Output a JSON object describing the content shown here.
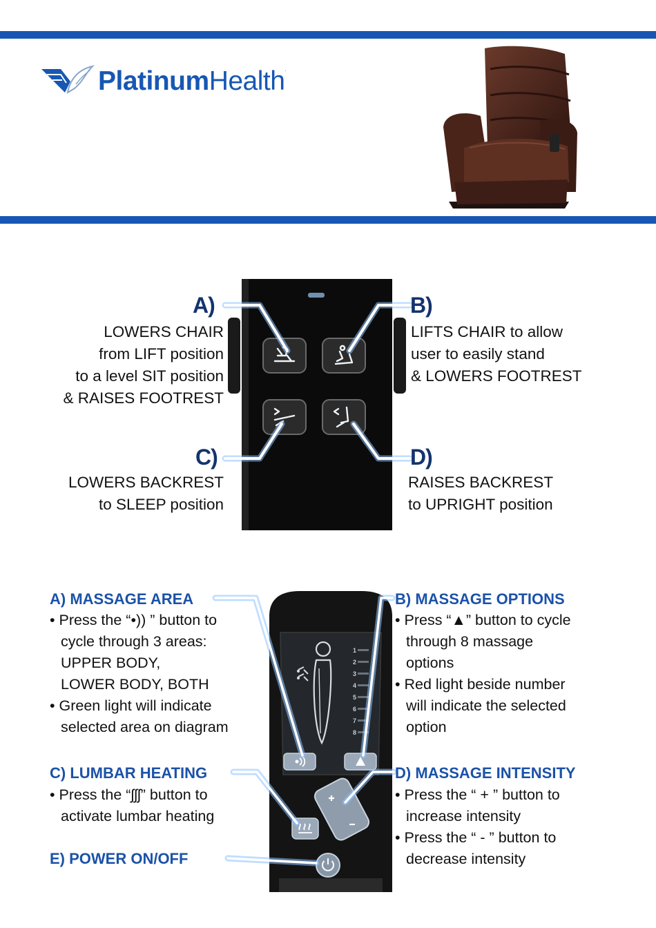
{
  "brand": {
    "name_bold": "Platinum",
    "name_light": "Health",
    "mark": "."
  },
  "remote1": {
    "A": {
      "letter": "A)",
      "lines": [
        "LOWERS CHAIR",
        "from LIFT position",
        "to a level SIT position",
        "& RAISES FOOTREST"
      ]
    },
    "B": {
      "letter": "B)",
      "lines": [
        "LIFTS CHAIR to allow",
        "user to easily stand",
        "& LOWERS FOOTREST"
      ]
    },
    "C": {
      "letter": "C)",
      "lines": [
        "LOWERS BACKREST",
        "to SLEEP position"
      ]
    },
    "D": {
      "letter": "D)",
      "lines": [
        "RAISES BACKREST",
        "to UPRIGHT position"
      ]
    }
  },
  "remote2": {
    "A": {
      "heading": "A) MASSAGE AREA",
      "lines": [
        "• Press the “•)) ” button to",
        "cycle through 3 areas:",
        "UPPER BODY,",
        "LOWER BODY, BOTH",
        "• Green light will indicate",
        "selected area on diagram"
      ]
    },
    "B": {
      "heading": "B) MASSAGE OPTIONS",
      "lines": [
        "• Press “▲” button to cycle",
        "through 8 massage",
        "options",
        "• Red light beside number",
        "will indicate the selected",
        "option"
      ]
    },
    "C": {
      "heading": "C) LUMBAR HEATING",
      "lines": [
        "• Press the “ʃʃʃ” button to",
        "activate lumbar heating"
      ]
    },
    "D": {
      "heading": "D) MASSAGE INTENSITY",
      "lines": [
        "• Press the “ + ” button to",
        "increase intensity",
        "• Press the “ - ” button to",
        "decrease intensity"
      ]
    },
    "E": {
      "heading": "E) POWER ON/OFF"
    },
    "levels": [
      "1",
      "2",
      "3",
      "4",
      "5",
      "6",
      "7",
      "8"
    ]
  },
  "colors": {
    "brand_blue": "#1757b3",
    "label_navy": "#14336e",
    "callout_glow": "#8ec3ff"
  }
}
